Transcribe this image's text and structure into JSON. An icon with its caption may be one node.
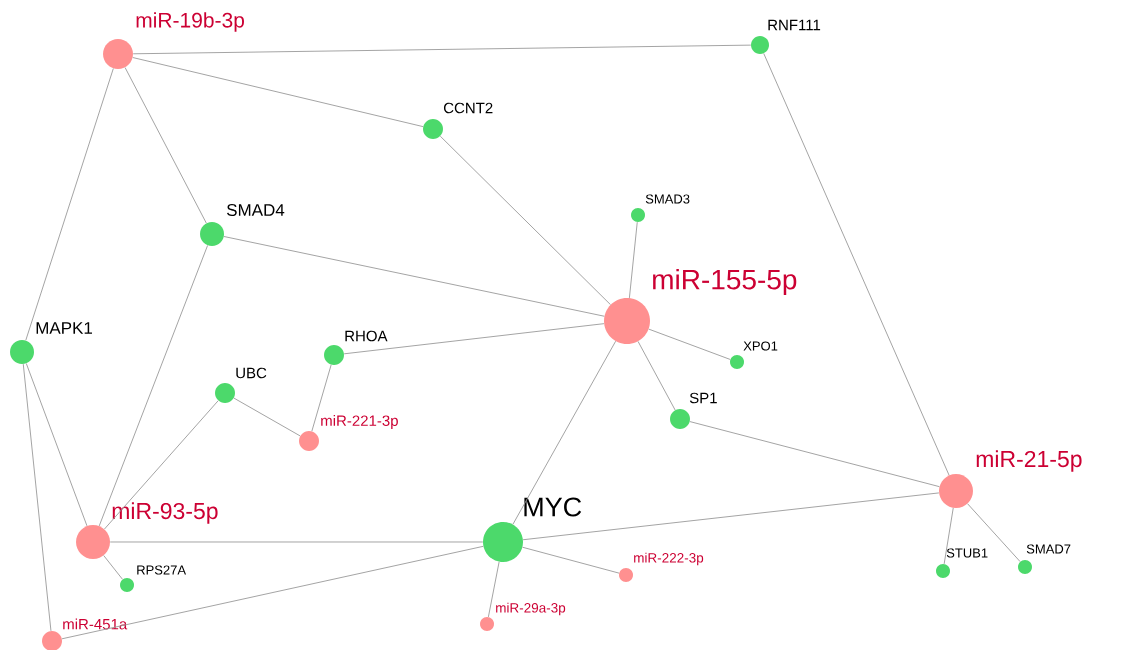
{
  "diagram": {
    "nodes": [
      {
        "text": [
          "miR-19b-3p"
        ]
      },
      {
        "text": [
          "RNF111"
        ]
      },
      {
        "text": [
          "CCNT2"
        ]
      },
      {
        "text": [
          "SMAD4"
        ]
      },
      {
        "text": [
          "SMAD3"
        ]
      },
      {
        "text": [
          "miR-155-5p"
        ]
      },
      {
        "text": [
          "MAPK1"
        ]
      },
      {
        "text": [
          "RHOA"
        ]
      },
      {
        "text": [
          "XPO1"
        ]
      },
      {
        "text": [
          "UBC"
        ]
      },
      {
        "text": [
          "SP1"
        ]
      },
      {
        "text": [
          "miR-221-3p"
        ]
      },
      {
        "text": [
          "miR-21-5p"
        ]
      },
      {
        "text": [
          "MYC"
        ]
      },
      {
        "text": [
          "miR-93-5p"
        ]
      },
      {
        "text": [
          "RPS27A"
        ]
      },
      {
        "text": [
          "STUB1"
        ]
      },
      {
        "text": [
          "SMAD7"
        ]
      },
      {
        "text": [
          "miR-222-3p"
        ]
      },
      {
        "text": [
          "miR-29a-3p"
        ]
      },
      {
        "text": [
          "miR-451a"
        ]
      }
    ],
    "edges": [
      {
        "from": 0,
        "to": 1,
        "arrow": "none"
      },
      {
        "from": 0,
        "to": 2,
        "arrow": "none"
      },
      {
        "from": 0,
        "to": 3,
        "arrow": "none"
      },
      {
        "from": 0,
        "to": 6,
        "arrow": "none"
      },
      {
        "from": 2,
        "to": 5,
        "arrow": "none"
      },
      {
        "from": 3,
        "to": 5,
        "arrow": "none"
      },
      {
        "from": 3,
        "to": 14,
        "arrow": "none"
      },
      {
        "from": 4,
        "to": 5,
        "arrow": "none"
      },
      {
        "from": 7,
        "to": 5,
        "arrow": "none"
      },
      {
        "from": 8,
        "to": 5,
        "arrow": "none"
      },
      {
        "from": 10,
        "to": 5,
        "arrow": "none"
      },
      {
        "from": 13,
        "to": 5,
        "arrow": "none"
      },
      {
        "from": 7,
        "to": 11,
        "arrow": "none"
      },
      {
        "from": 9,
        "to": 11,
        "arrow": "none"
      },
      {
        "from": 9,
        "to": 14,
        "arrow": "none"
      },
      {
        "from": 6,
        "to": 14,
        "arrow": "none"
      },
      {
        "from": 6,
        "to": 20,
        "arrow": "none"
      },
      {
        "from": 1,
        "to": 12,
        "arrow": "none"
      },
      {
        "from": 10,
        "to": 12,
        "arrow": "none"
      },
      {
        "from": 13,
        "to": 12,
        "arrow": "none"
      },
      {
        "from": 16,
        "to": 12,
        "arrow": "none"
      },
      {
        "from": 17,
        "to": 12,
        "arrow": "none"
      },
      {
        "from": 13,
        "to": 14,
        "arrow": "none"
      },
      {
        "from": 15,
        "to": 14,
        "arrow": "none"
      },
      {
        "from": 13,
        "to": 20,
        "arrow": "none"
      },
      {
        "from": 13,
        "to": 18,
        "arrow": "none"
      },
      {
        "from": 13,
        "to": 19,
        "arrow": "none"
      }
    ]
  }
}
